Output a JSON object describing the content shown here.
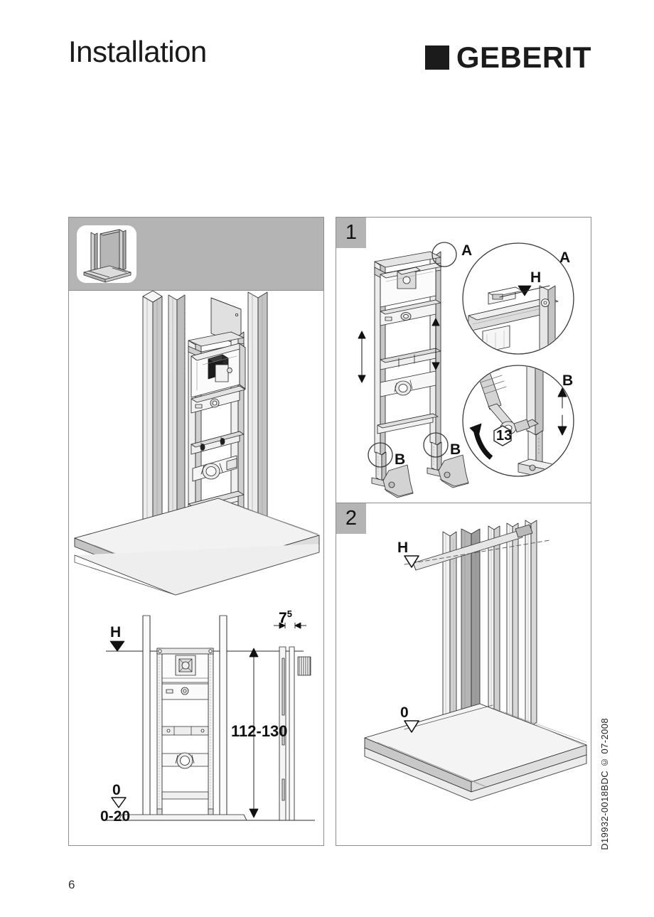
{
  "header": {
    "title": "Installation",
    "brand": "GEBERIT",
    "brand_square_color": "#1b1b1b"
  },
  "footer": {
    "page_number": "6",
    "document_code": "D19932-0018BDC © 07-2008"
  },
  "panels": {
    "left": {
      "band_color": "#b4b4b4",
      "thumbnail_name": "product-isometric-thumbnail",
      "main_drawing_name": "installation-frame-isometric",
      "elevation_drawing_name": "installation-frame-elevation",
      "annotations": {
        "height_marker": "H",
        "zero_marker": "0",
        "floor_tolerance": "0-20",
        "frame_height_range": "112-130",
        "depth_dimension_main": "7",
        "depth_dimension_sup": "5"
      }
    },
    "right": {
      "step1": {
        "number": "1",
        "callout_frame_top": "A",
        "callout_detail_a": "A",
        "callout_detail_h": "H",
        "callout_foot_left": "B",
        "callout_foot_right": "B",
        "callout_detail_b": "B",
        "wrench_size": "13"
      },
      "step2": {
        "number": "2",
        "marker_height": "H",
        "marker_zero": "0"
      }
    }
  },
  "colors": {
    "panel_border": "#8d8d8d",
    "gray_fill": "#b4b4b4",
    "line": "#1a1a1a",
    "metal_light": "#e9e9e9",
    "metal_mid": "#c9c9c9",
    "metal_dark": "#9a9a9a"
  }
}
